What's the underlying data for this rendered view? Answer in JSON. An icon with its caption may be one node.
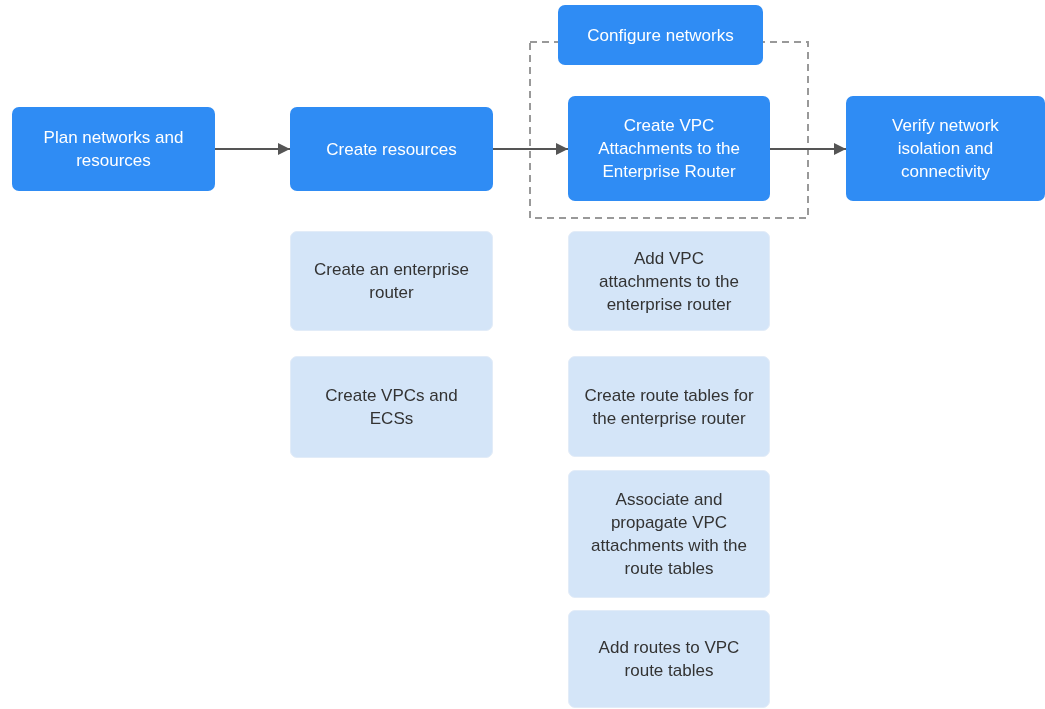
{
  "diagram": {
    "nodes": [
      {
        "text": [
          "Plan networks and resources"
        ]
      },
      {
        "text": [
          "Create resources"
        ]
      },
      {
        "text": [
          "Configure networks"
        ]
      },
      {
        "text": [
          "Create VPC Attachments to the Enterprise Router"
        ]
      },
      {
        "text": [
          "Verify network isolation and connectivity"
        ]
      },
      {
        "text": [
          "Create an enterprise router"
        ]
      },
      {
        "text": [
          "Create VPCs and ECSs"
        ]
      },
      {
        "text": [
          "Add VPC attachments to the enterprise router"
        ]
      },
      {
        "text": [
          "Create route tables for the enterprise router"
        ]
      },
      {
        "text": [
          "Associate and propagate VPC attachments with the route tables"
        ]
      },
      {
        "text": [
          "Add routes to VPC route tables"
        ]
      }
    ],
    "edges": [
      {
        "from": 0,
        "to": 1,
        "arrow": "to"
      },
      {
        "from": 1,
        "to": 3,
        "arrow": "to"
      },
      {
        "from": 3,
        "to": 4,
        "arrow": "to"
      }
    ]
  }
}
